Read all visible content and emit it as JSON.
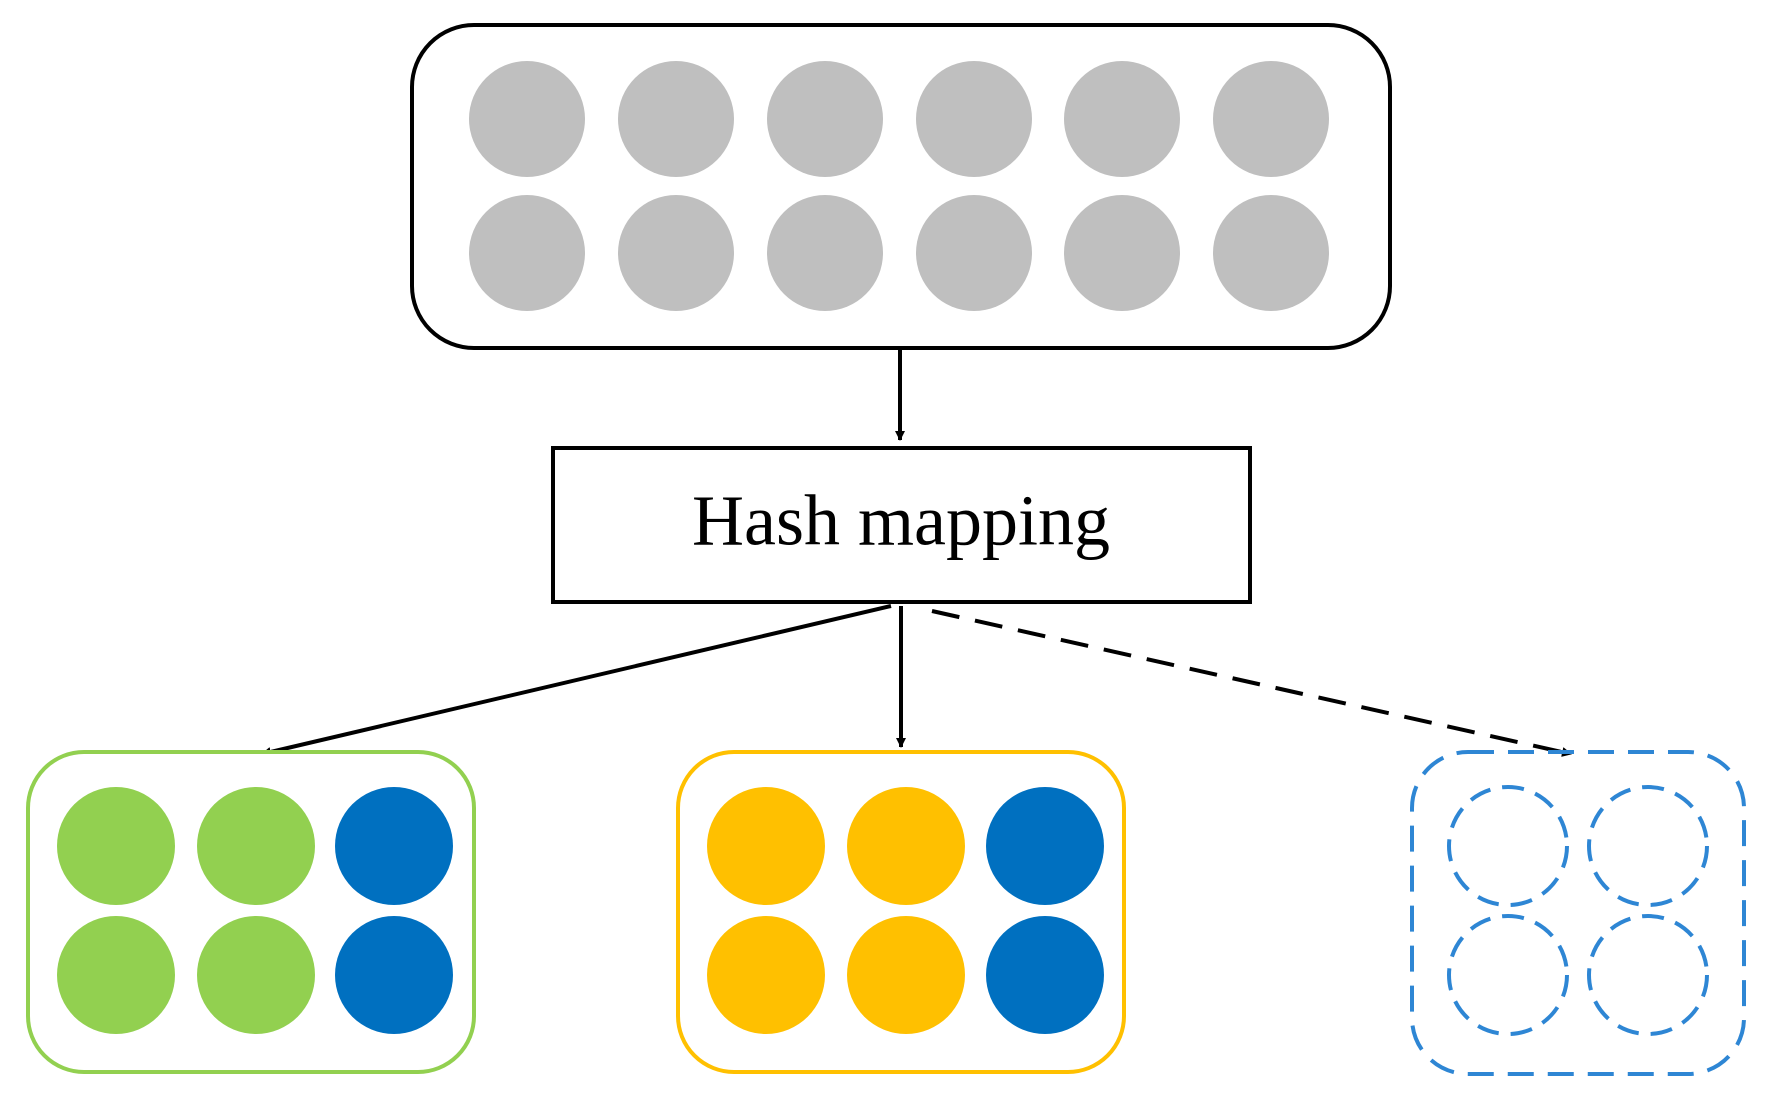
{
  "hash_box": {
    "label": "Hash mapping"
  },
  "colors": {
    "input_node": "#bfbfbf",
    "green": "#92d050",
    "yellow": "#ffc000",
    "blue": "#0070c0",
    "dashed_blue": "#2e86d4",
    "stroke": "#000000"
  },
  "input_group": {
    "rows": 2,
    "cols": 6,
    "node_color": "#bfbfbf"
  },
  "output_groups": [
    {
      "name": "green-group",
      "border_color": "#92d050",
      "border_style": "solid",
      "edge_style": "solid",
      "rows": [
        [
          "#92d050",
          "#92d050",
          "#0070c0"
        ],
        [
          "#92d050",
          "#92d050",
          "#0070c0"
        ]
      ]
    },
    {
      "name": "yellow-group",
      "border_color": "#ffc000",
      "border_style": "solid",
      "edge_style": "solid",
      "rows": [
        [
          "#ffc000",
          "#ffc000",
          "#0070c0"
        ],
        [
          "#ffc000",
          "#ffc000",
          "#0070c0"
        ]
      ]
    },
    {
      "name": "dashed-empty-group",
      "border_color": "#2e86d4",
      "border_style": "dashed",
      "edge_style": "dashed",
      "rows": [
        [
          "empty",
          "empty"
        ],
        [
          "empty",
          "empty"
        ]
      ]
    }
  ]
}
